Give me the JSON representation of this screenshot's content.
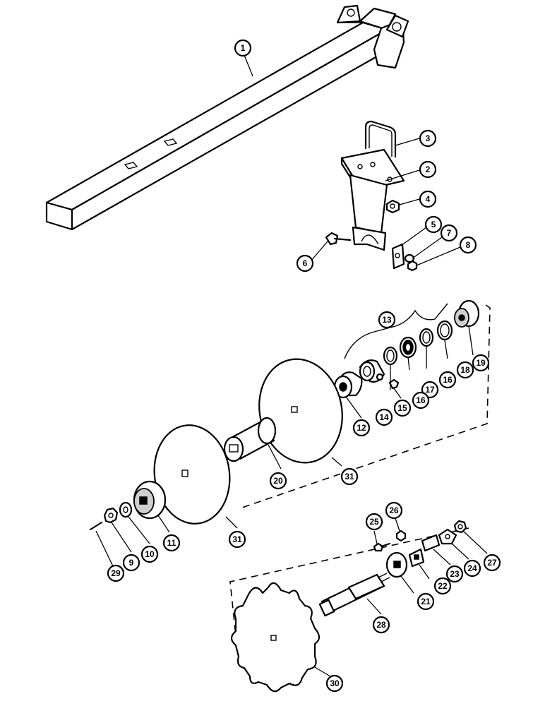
{
  "callouts": {
    "c1": "1",
    "c2": "2",
    "c3": "3",
    "c4": "4",
    "c5": "5",
    "c6": "6",
    "c7": "7",
    "c8": "8",
    "c9": "9",
    "c10": "10",
    "c11": "11",
    "c12": "12",
    "c13": "13",
    "c14": "14",
    "c15": "15",
    "c16a": "16",
    "c16b": "16",
    "c17": "17",
    "c18": "18",
    "c19": "19",
    "c20": "20",
    "c21": "21",
    "c22": "22",
    "c23": "23",
    "c24": "24",
    "c25": "25",
    "c26": "26",
    "c27": "27",
    "c28": "28",
    "c29": "29",
    "c30": "30",
    "c31a": "31",
    "c31b": "31"
  }
}
